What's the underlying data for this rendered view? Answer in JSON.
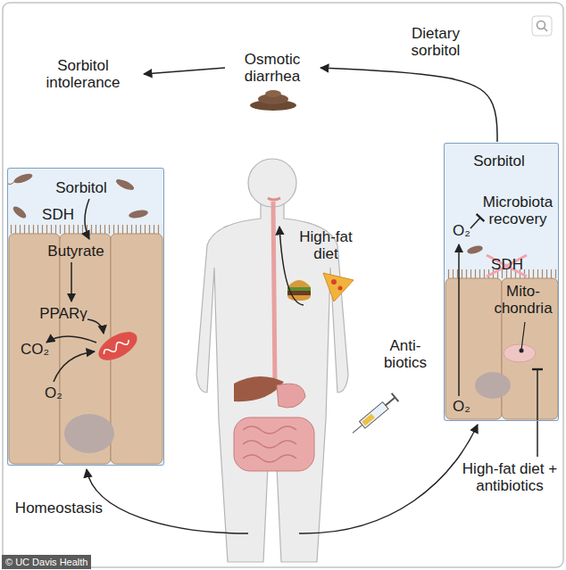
{
  "diagram": {
    "nodes": [
      {
        "text": [
          "Sorbitol intolerance"
        ]
      },
      {
        "text": [
          "Osmotic diarrhea"
        ]
      },
      {
        "text": [
          "Sorbitol",
          "SDH",
          "Butyrate",
          "PPARγ",
          "CO₂",
          "O₂"
        ]
      },
      {
        "text": [
          "Sorbitol",
          "O₂",
          "Microbiota recovery",
          "SDH",
          "Mito- chondria",
          "O₂"
        ]
      }
    ],
    "edges": [
      {
        "from": 1,
        "to": 0,
        "arrow": "to"
      },
      {
        "from": 3,
        "to": 1,
        "label": "Dietary sorbitol",
        "arrow": "to"
      }
    ],
    "labels": [
      "High-fat diet",
      "Anti- biotics",
      "Homeostasis",
      "High-fat diet + antibiotics",
      "© UC Davis Health"
    ]
  }
}
